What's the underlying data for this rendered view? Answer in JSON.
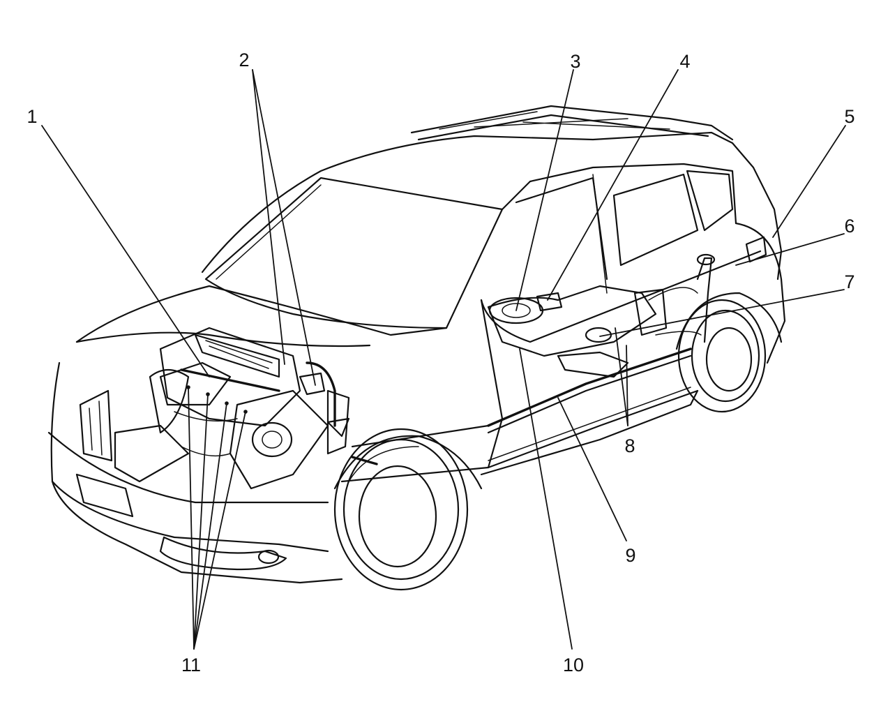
{
  "colors": {
    "ink": "#111111",
    "background": "#ffffff"
  },
  "callouts": {
    "c1": "1",
    "c2": "2",
    "c3": "3",
    "c4": "4",
    "c5": "5",
    "c6": "6",
    "c7": "7",
    "c8": "8",
    "c9": "9",
    "c10": "10",
    "c11": "11"
  }
}
